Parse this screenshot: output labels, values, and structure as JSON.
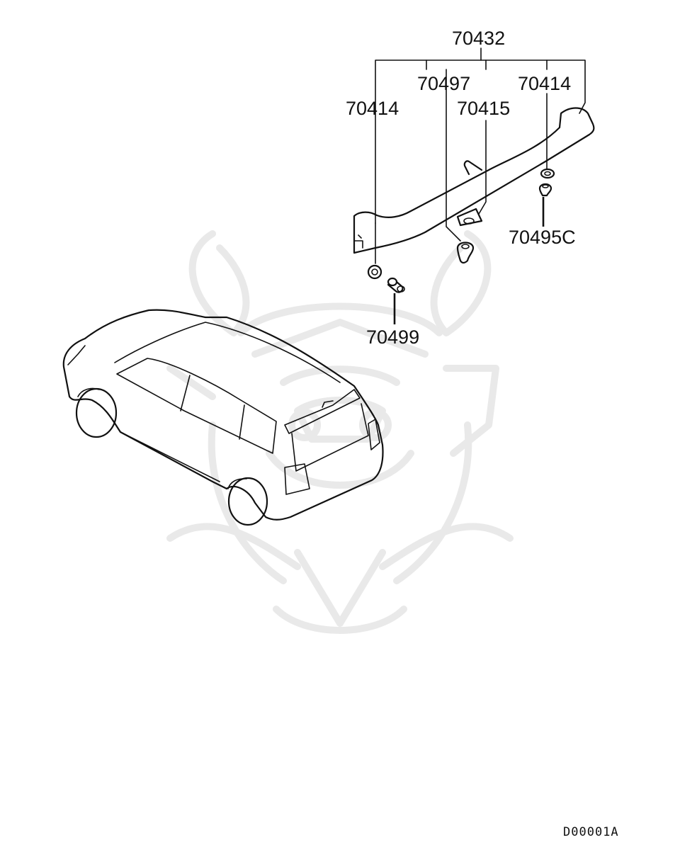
{
  "diagram": {
    "callouts": {
      "assembly": "70432",
      "left_washer": "70414",
      "right_washer": "70414",
      "grommet": "70497",
      "bracket": "70415",
      "right_clip": "70495C",
      "left_nut": "70499"
    },
    "drawing_code": "D00001A",
    "icons": {
      "spoiler": "rear-spoiler-icon",
      "car": "station-wagon-icon",
      "watermark": "samurai-mask-watermark-icon"
    },
    "colors": {
      "line": "#111111",
      "watermark": "#e9e9e9",
      "background": "#ffffff"
    }
  }
}
